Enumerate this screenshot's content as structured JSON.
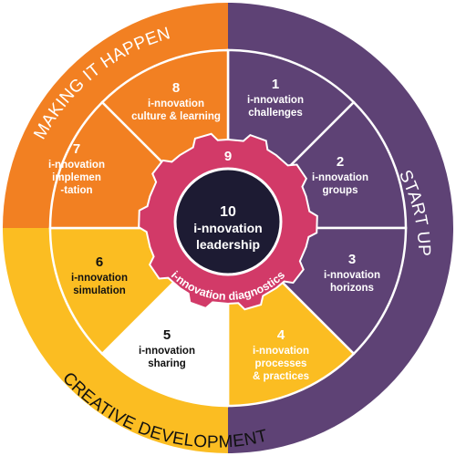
{
  "colors": {
    "purple": "#5e4275",
    "orange": "#f28022",
    "yellow": "#fbbd22",
    "white_segment": "#ffffff",
    "outline": "#ffffff",
    "gear": "#d23a68",
    "center": "#1d1b33",
    "dark_text": "#111111",
    "light_text": "#ffffff"
  },
  "outer_bands": {
    "start_up": "START UP",
    "making_it_happen": "MAKING IT HAPPEN",
    "creative_development": "CREATIVE DEVELOPMENT"
  },
  "segments": [
    {
      "number": "1",
      "lines": [
        "i-nnovation",
        "challenges"
      ],
      "color": "purple",
      "text_color": "light_text"
    },
    {
      "number": "2",
      "lines": [
        "i-nnovation",
        "groups"
      ],
      "color": "purple",
      "text_color": "light_text"
    },
    {
      "number": "3",
      "lines": [
        "i-nnovation",
        "horizons"
      ],
      "color": "purple",
      "text_color": "light_text"
    },
    {
      "number": "4",
      "lines": [
        "i-nnovation",
        "processes",
        "& practices"
      ],
      "color": "yellow",
      "text_color": "light_text"
    },
    {
      "number": "5",
      "lines": [
        "i-nnovation",
        "sharing"
      ],
      "color": "white_segment",
      "text_color": "dark_text"
    },
    {
      "number": "6",
      "lines": [
        "i-nnovation",
        "simulation"
      ],
      "color": "yellow",
      "text_color": "dark_text"
    },
    {
      "number": "7",
      "lines": [
        "i-nnovation",
        "implemen",
        "-tation"
      ],
      "color": "orange",
      "text_color": "light_text"
    },
    {
      "number": "8",
      "lines": [
        "i-nnovation",
        "culture & learning"
      ],
      "color": "orange",
      "text_color": "light_text"
    }
  ],
  "gear": {
    "number": "9",
    "label": "i-nnovation diagnostics"
  },
  "center": {
    "number": "10",
    "lines": [
      "i-nnovation",
      "leadership"
    ]
  }
}
